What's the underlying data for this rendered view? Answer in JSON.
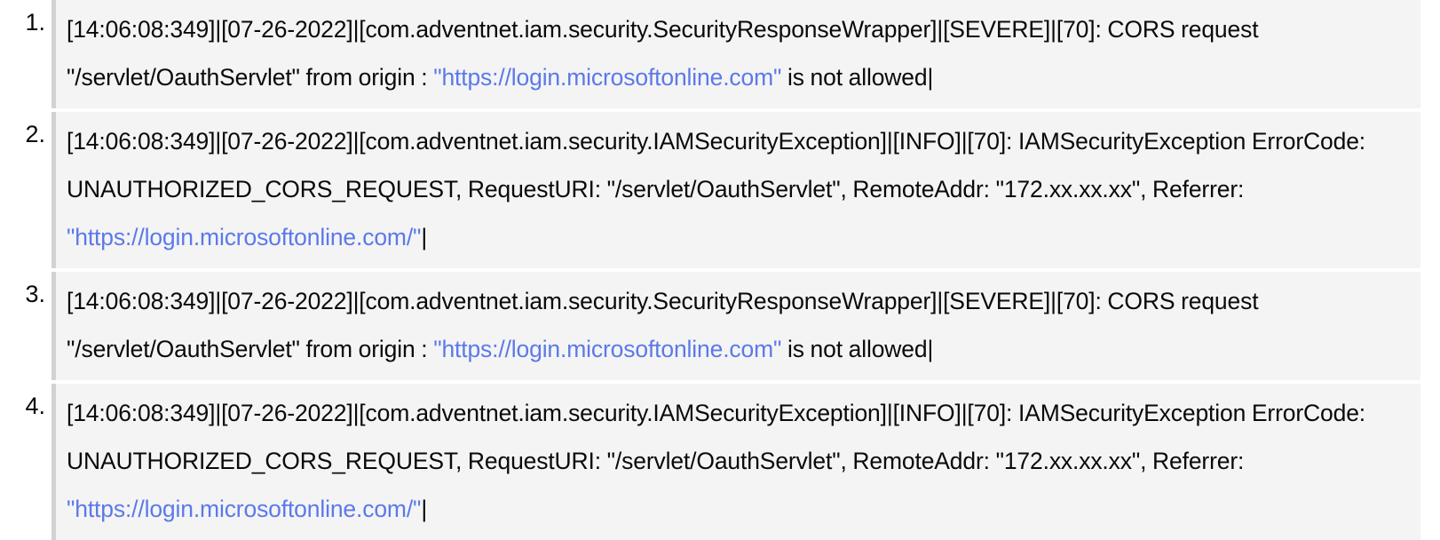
{
  "list": {
    "type": "ordered-list",
    "marker_suffix": ".",
    "link_color": "#5b79ea",
    "text_color": "#0a0a0a",
    "block_background": "#f4f4f4",
    "block_border_color": "#d2d2d2",
    "items": [
      {
        "marker": "1.",
        "segments": [
          {
            "kind": "text",
            "value": "[14:06:08:349]|[07-26-2022]|[com.adventnet.iam.security.SecurityResponseWrapper]|[SEVERE]|[70]: CORS request \"/servlet/OauthServlet\" from origin : "
          },
          {
            "kind": "link",
            "value": "\"https://login.microsoftonline.com\""
          },
          {
            "kind": "text",
            "value": " is not allowed|"
          }
        ]
      },
      {
        "marker": "2.",
        "segments": [
          {
            "kind": "text",
            "value": "[14:06:08:349]|[07-26-2022]|[com.adventnet.iam.security.IAMSecurityException]|[INFO]|[70]: IAMSecurityException ErrorCode: UNAUTHORIZED_CORS_REQUEST,  RequestURI: \"/servlet/OauthServlet\", RemoteAddr: \"172.xx.xx.xx\", Referrer: "
          },
          {
            "kind": "link",
            "value": "\"https://login.microsoftonline.com/\""
          },
          {
            "kind": "text",
            "value": "|"
          }
        ]
      },
      {
        "marker": "3.",
        "segments": [
          {
            "kind": "text",
            "value": "[14:06:08:349]|[07-26-2022]|[com.adventnet.iam.security.SecurityResponseWrapper]|[SEVERE]|[70]: CORS request \"/servlet/OauthServlet\" from origin : "
          },
          {
            "kind": "link",
            "value": "\"https://login.microsoftonline.com\""
          },
          {
            "kind": "text",
            "value": " is not allowed|"
          }
        ]
      },
      {
        "marker": "4.",
        "segments": [
          {
            "kind": "text",
            "value": "[14:06:08:349]|[07-26-2022]|[com.adventnet.iam.security.IAMSecurityException]|[INFO]|[70]: IAMSecurityException ErrorCode: UNAUTHORIZED_CORS_REQUEST,  RequestURI: \"/servlet/OauthServlet\", RemoteAddr: \"172.xx.xx.xx\", Referrer: "
          },
          {
            "kind": "link",
            "value": "\"https://login.microsoftonline.com/\""
          },
          {
            "kind": "text",
            "value": "|"
          }
        ]
      }
    ]
  }
}
